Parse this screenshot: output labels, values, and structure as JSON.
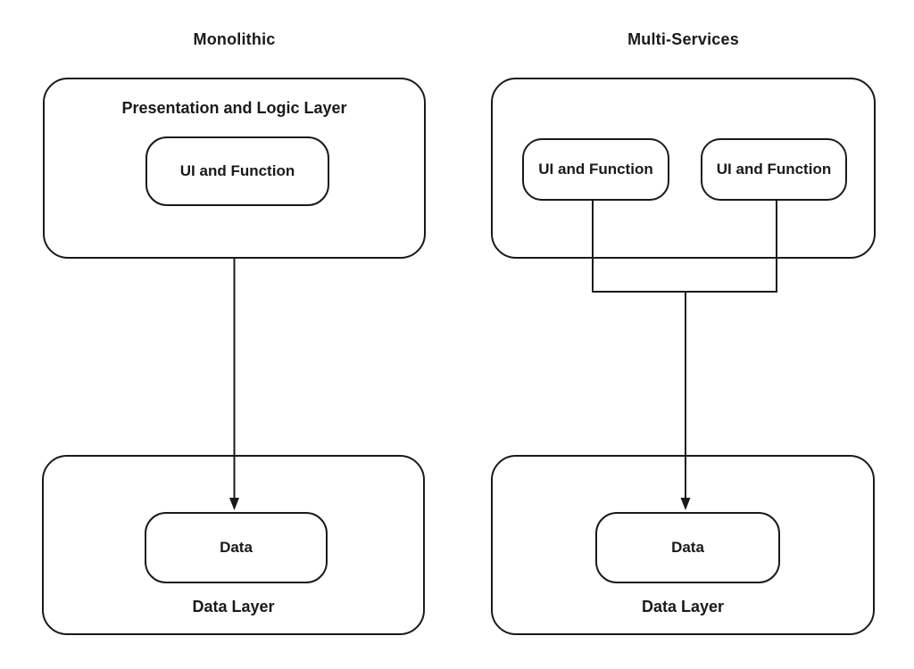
{
  "colors": {
    "background": "#ffffff",
    "stroke": "#1a1a1a",
    "text": "#1a1a1a"
  },
  "diagrams": [
    {
      "title": "Monolithic",
      "top_box": {
        "label": "Presentation and Logic Layer",
        "nodes": [
          {
            "label": "UI and Function"
          }
        ]
      },
      "bottom_box": {
        "label": "Data Layer",
        "node": {
          "label": "Data"
        }
      }
    },
    {
      "title": "Multi-Services",
      "top_box": {
        "label": "",
        "nodes": [
          {
            "label": "UI and Function"
          },
          {
            "label": "UI and Function"
          }
        ]
      },
      "bottom_box": {
        "label": "Data Layer",
        "node": {
          "label": "Data"
        }
      }
    }
  ]
}
